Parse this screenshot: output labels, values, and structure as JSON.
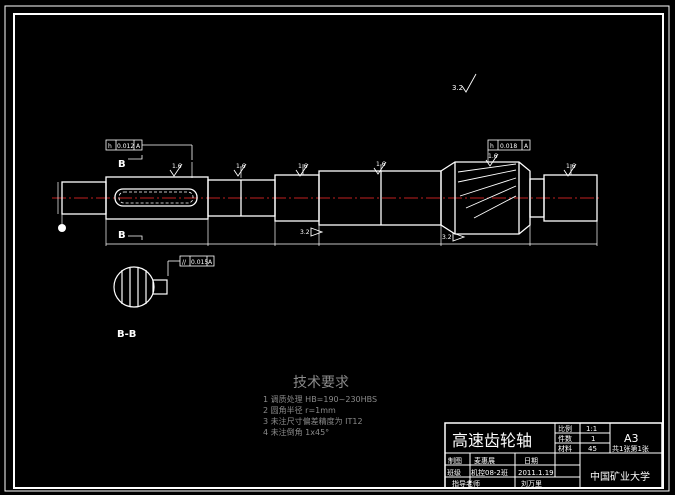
{
  "drawing": {
    "title": "高速齿轮轴",
    "section_label": "B-B",
    "view_marker_top": "B",
    "view_marker_bottom": "B",
    "tolerance_frames": [
      {
        "symbol": "h",
        "value": "0.012",
        "datum": "A"
      },
      {
        "symbol": "h",
        "value": "0.018",
        "datum": "A"
      },
      {
        "symbol": "//",
        "value": "0.015",
        "datum": "A"
      }
    ],
    "roughness_values": [
      "1.6",
      "1.6",
      "1.6",
      "1.6",
      "1.6",
      "1.6"
    ],
    "datum_labels": [
      "3.2",
      "3.2"
    ],
    "gear_note": "3.2"
  },
  "technical_requirements": {
    "heading": "技术要求",
    "items": [
      "1 调质处理 HB=190~230HBS",
      "2 圆角半径 r=1mm",
      "3 未注尺寸偏差精度为 IT12",
      "4 未注倒角 1x45°"
    ]
  },
  "title_block": {
    "part_name": "高速齿轮轴",
    "scale_label": "比例",
    "scale_value": "1:1",
    "qty_label": "件数",
    "qty_value": "1",
    "sheet_size": "A3",
    "drawn_label": "制图",
    "drawn_name": "麦惠展",
    "date_label": "日期",
    "material_label": "材料",
    "material_value": "45",
    "sheet_count": "共1张第1张",
    "class_label": "班级",
    "class_value": "机控08-2班",
    "date_value": "2011.1.19",
    "advisor_label": "指导老师",
    "advisor_name": "刘万里",
    "school": "中国矿业大学"
  }
}
